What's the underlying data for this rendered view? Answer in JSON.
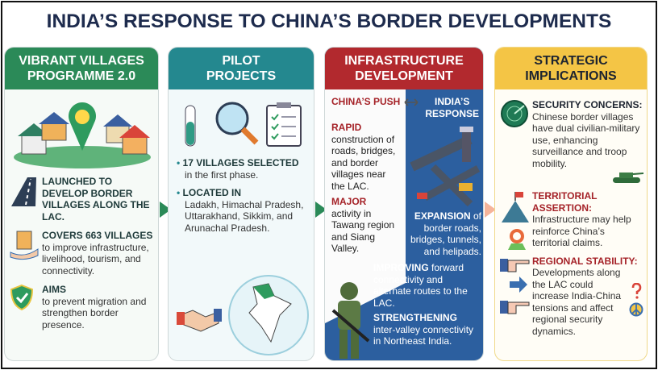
{
  "title": "INDIA’S RESPONSE TO CHINA’S BORDER DEVELOPMENTS",
  "colors": {
    "green": "#2b8a58",
    "teal": "#24888f",
    "red": "#b2292e",
    "yellow": "#f4c545",
    "blue": "#2c5f9f",
    "navy": "#1d2b4d"
  },
  "panels": [
    {
      "header": "VIBRANT VILLAGES PROGRAMME 2.0",
      "icon": "village-map-pin-icon",
      "items": [
        {
          "icon": "road-icon",
          "heading": "LAUNCHED TO DEVELOP BORDER VILLAGES ALONG THE LAC.",
          "text": ""
        },
        {
          "icon": "hand-building-icon",
          "heading": "COVERS 663 VILLAGES",
          "text": "to improve infrastructure, livelihood, tourism, and connectivity."
        },
        {
          "icon": "shield-check-icon",
          "heading": "AIMS",
          "text": "to prevent migration and strengthen border presence."
        }
      ]
    },
    {
      "header": "PILOT PROJECTS",
      "icons": [
        "test-tube-icon",
        "magnifier-icon",
        "checklist-icon",
        "handshake-icon",
        "india-map-icon"
      ],
      "items": [
        {
          "heading": "17 VILLAGES SELECTED",
          "text": "in the first phase."
        },
        {
          "heading": "LOCATED IN",
          "text": "Ladakh, Himachal Pradesh, Uttarakhand, Sikkim, and Arunachal Pradesh."
        }
      ]
    },
    {
      "header": "INFRASTRUCTURE DEVELOPMENT",
      "china_label": "CHINA’S PUSH",
      "india_label": "INDIA’S RESPONSE",
      "china": [
        {
          "heading": "RAPID",
          "text": "construction of roads, bridges, and border villages near the LAC."
        },
        {
          "heading": "MAJOR",
          "text": "activity in Tawang region and Siang Valley."
        }
      ],
      "india": [
        {
          "heading": "EXPANSION",
          "text": " of border roads, bridges, tunnels, and helipads."
        },
        {
          "heading": "IMPROVING",
          "text": " forward connectivity and alternate routes to the LAC."
        },
        {
          "heading": "STRENGTHENING",
          "text": "inter-valley connectivity in Northeast India."
        }
      ]
    },
    {
      "header": "STRATEGIC IMPLICATIONS",
      "items": [
        {
          "icon": "radar-icon",
          "heading": "SECURITY CONCERNS:",
          "text": "Chinese border villages have dual civilian-military use, enhancing surveillance and troop mobility."
        },
        {
          "icon": "mountain-flag-icon",
          "heading": "TERRITORIAL ASSERTION:",
          "text": "Infrastructure may help reinforce China’s territorial claims."
        },
        {
          "icon": "pointing-hand-icon",
          "heading": "REGIONAL STABILITY:",
          "text": "Developments along the LAC could increase India-China tensions and affect regional security dynamics."
        }
      ]
    }
  ]
}
